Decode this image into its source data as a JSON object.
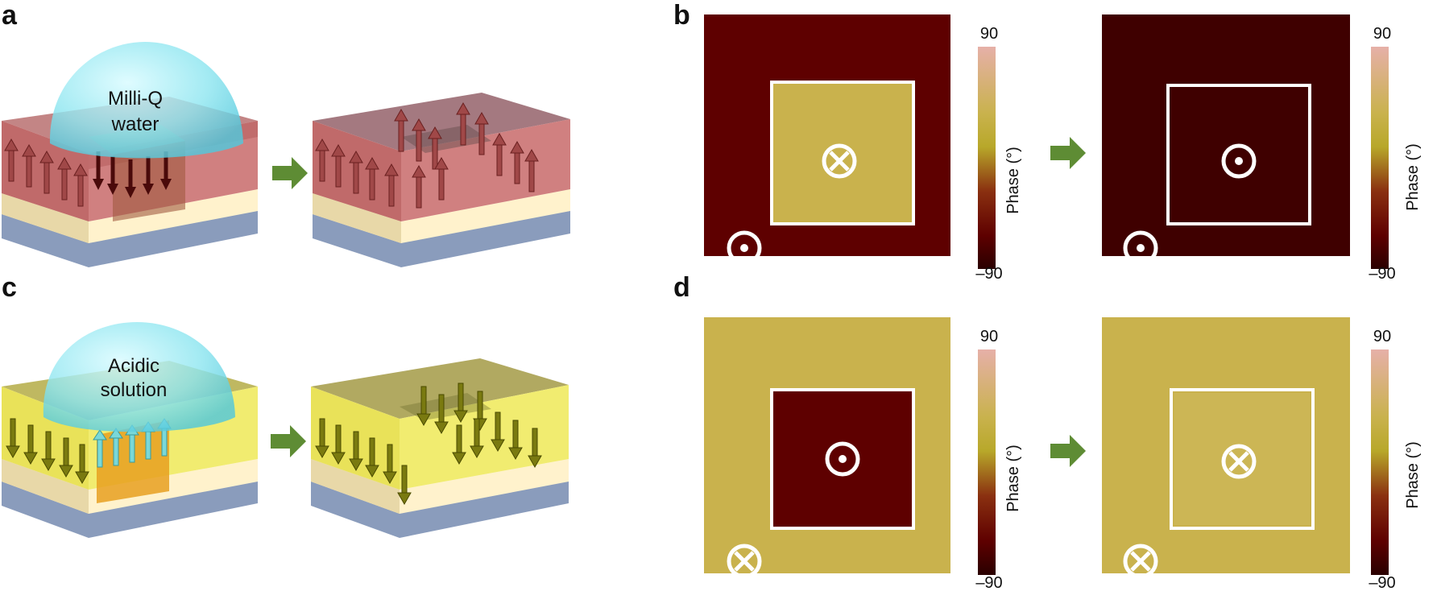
{
  "panels": {
    "a": {
      "label": "a",
      "droplet_text": [
        "Milli-Q",
        "water"
      ],
      "film_color": "#b95a5a",
      "substrate_top": "#fff2cc",
      "substrate_bottom": "#8a9cbc"
    },
    "b": {
      "label": "b",
      "left_image_bg": "#5e0000",
      "left_square_fill": "#c9b24d",
      "left_square_symbol": "cross",
      "left_corner_symbol": "dot",
      "right_image_bg": "#3f0000",
      "right_square_symbol": "dot",
      "right_corner_symbol": "dot"
    },
    "c": {
      "label": "c",
      "droplet_text": [
        "Acidic",
        "solution"
      ],
      "film_color": "#e8e050"
    },
    "d": {
      "label": "d",
      "left_image_bg": "#c9b24d",
      "left_square_fill": "#5e0000",
      "left_square_symbol": "dot",
      "left_corner_symbol": "cross",
      "right_image_bg": "#c9b24d",
      "right_square_symbol": "cross",
      "right_corner_symbol": "cross"
    }
  },
  "colorbar": {
    "max_label": "90",
    "min_label": "–90",
    "axis_label": "Phase (°)",
    "colors": [
      "#e6b0a8",
      "#c9b24d",
      "#b8a82a",
      "#8a3010",
      "#5e0000",
      "#2a0000"
    ]
  },
  "arrow_color": "#5e8c34"
}
